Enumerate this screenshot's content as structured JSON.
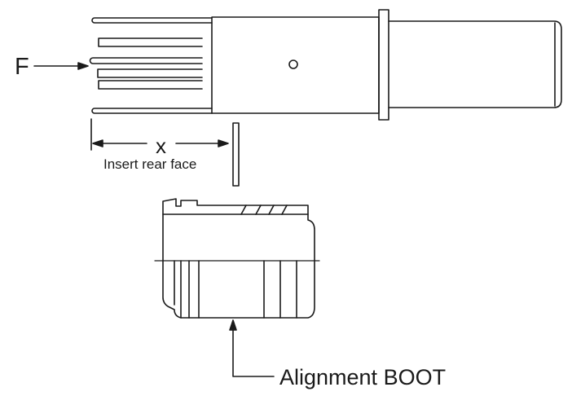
{
  "labels": {
    "force": "F",
    "distance": "x",
    "insert_rear_face": "Insert rear face",
    "alignment_boot": "Alignment BOOT"
  },
  "colors": {
    "line": "#1a1a1a",
    "background": "#ffffff"
  }
}
